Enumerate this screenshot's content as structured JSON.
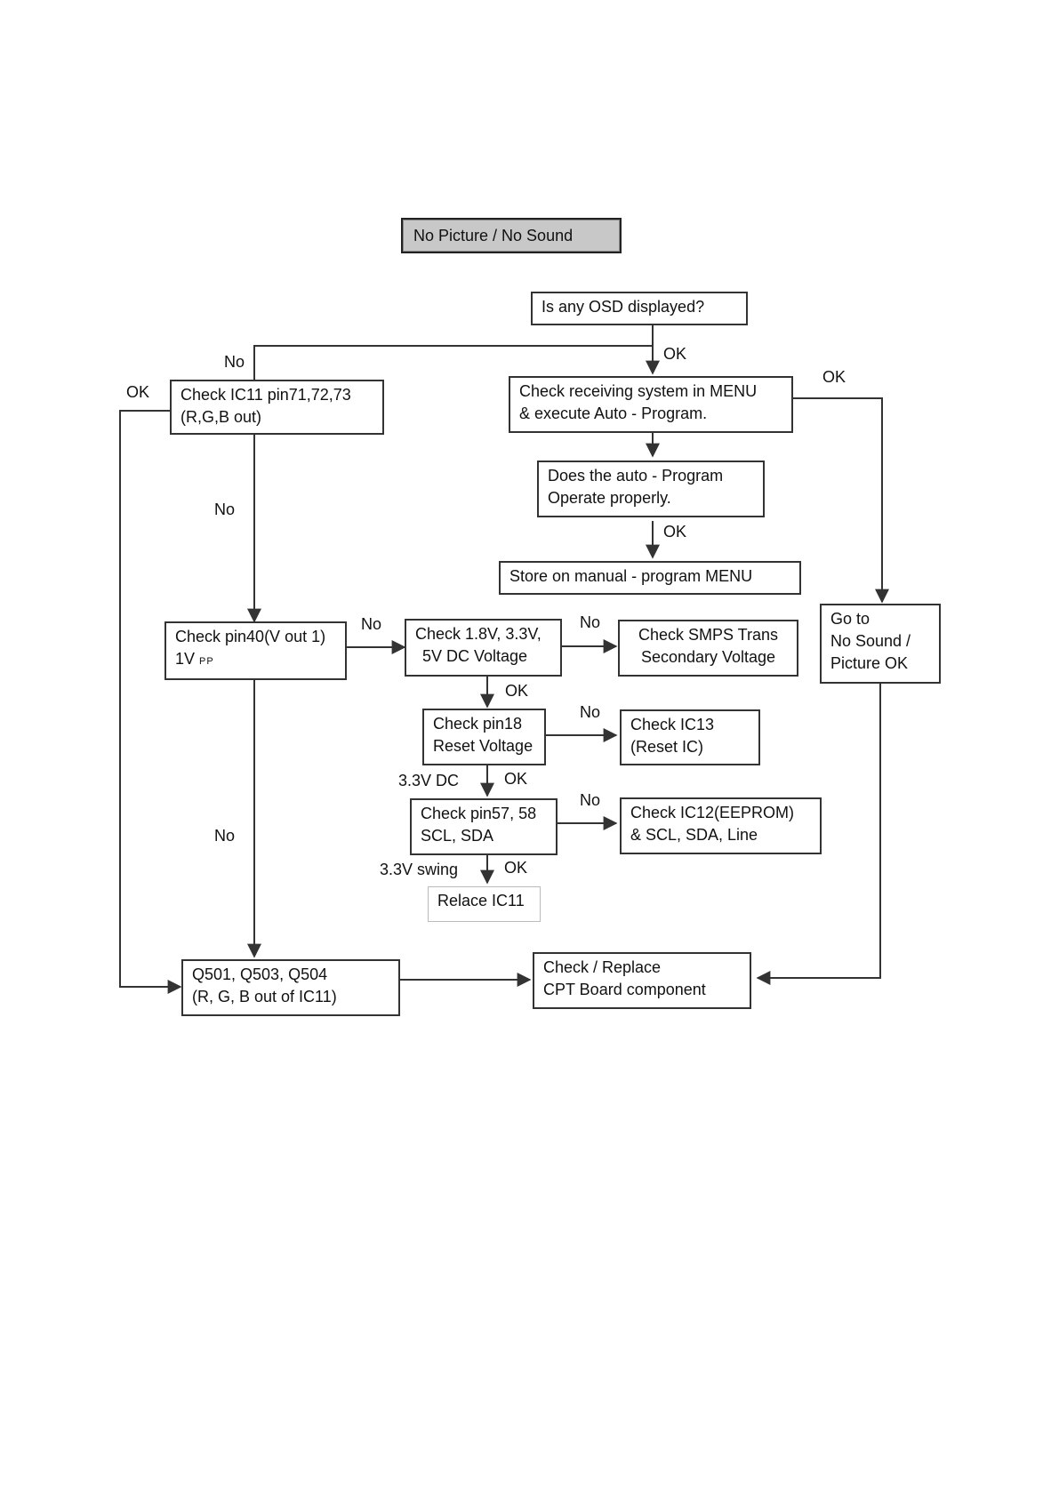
{
  "title": "No Picture / No Sound",
  "nodes": {
    "osd_check": [
      "Is any OSD displayed?"
    ],
    "ic11_rgb": [
      "Check IC11 pin71,72,73",
      "(R,G,B out)"
    ],
    "receiving": [
      "Check receiving system in MENU",
      "& execute Auto  - Program."
    ],
    "auto_program": [
      "Does the auto  - Program",
      "Operate properly."
    ],
    "store_manual": [
      "Store on manual  - program MENU"
    ],
    "pin40": {
      "line1": "Check pin40(V out 1)",
      "line2_main": "1V",
      "line2_sub": "PP"
    },
    "dc_voltage": [
      "Check 1.8V, 3.3V,",
      "5V DC Voltage"
    ],
    "smps": [
      "Check SMPS Trans",
      "Secondary Voltage"
    ],
    "goto_nosound": [
      "Go to",
      "No Sound /",
      "Picture OK"
    ],
    "pin18": [
      "Check pin18",
      "Reset Voltage"
    ],
    "ic13": [
      "Check IC13",
      "(Reset IC)"
    ],
    "pin57": [
      "Check pin57, 58",
      "SCL, SDA"
    ],
    "ic12": [
      "Check IC12(EEPROM)",
      "& SCL, SDA, Line"
    ],
    "replace_ic11": [
      "Relace IC11"
    ],
    "q501": [
      "Q501, Q503, Q504",
      "(R, G, B out of IC11)"
    ],
    "cpt_board": [
      "Check / Replace",
      "CPT Board component"
    ]
  },
  "edge_labels": {
    "osd_no": "No",
    "osd_ok": "OK",
    "ic11_ok": "OK",
    "receiving_ok": "OK",
    "ic11_no": "No",
    "auto_ok": "OK",
    "pin40_no_right": "No",
    "dc_no": "No",
    "dc_ok": "OK",
    "pin18_no": "No",
    "pin18_value": "3.3V DC",
    "pin18_ok": "OK",
    "pin57_no": "No",
    "pin57_value": "3.3V swing",
    "pin57_ok": "OK",
    "pin40_no_down": "No"
  },
  "colors": {
    "line": "#333333",
    "title_fill": "#c8c8c8"
  }
}
